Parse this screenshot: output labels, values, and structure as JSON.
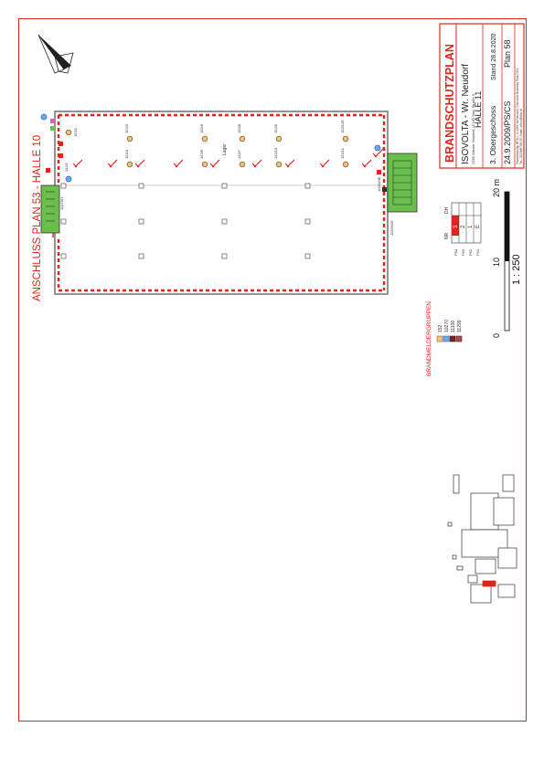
{
  "connection_label": "ANSCHLUSS  PLAN 53 - HALLE 10",
  "title_block": {
    "title": "BRANDSCHUTZPLAN",
    "company": "ISOVOLTA - Wr. Neudorf",
    "address": "2355 Wiener Neudorf, IZ NÖ-Süd, Straße 3",
    "building": "HALLE 11",
    "floor": "3. Obergeschoss",
    "status": "Stand 28.8.2020",
    "date_code": "24.9.2009/PS/CS",
    "plan_no": "Plan 58",
    "footer_line1": "Planerfassung: BFSU - A-2355 Wr.Neudorf, Concorde Business Park D2/1",
    "footer_line2": "Tel.: 02236/8 900 35, Email: office@bfsu.at"
  },
  "legend": {
    "title": "BRANDMELDERGRUPPEN",
    "items": [
      "152",
      "10270",
      "11100",
      "11299"
    ],
    "colors": [
      "#8a6a3a",
      "#2f6fc8",
      "#7a1f1f",
      "#c0404a"
    ]
  },
  "stairs_table": {
    "header_nr": "NR",
    "header_dh": "DH",
    "rows": [
      {
        "label": "P64",
        "value": "3",
        "highlight": true
      },
      {
        "label": "P63",
        "value": "2",
        "highlight": false
      },
      {
        "label": "P62",
        "value": "1",
        "highlight": false
      },
      {
        "label": "P61",
        "value": "E",
        "highlight": false
      }
    ]
  },
  "scale": {
    "ratio": "1 : 250",
    "ticks": [
      "0",
      "10",
      "20 m"
    ]
  },
  "plan": {
    "room_label": "Lager",
    "detector_ids": [
      "152/2",
      "152/3",
      "152/4",
      "152/5",
      "152/6",
      "152/7",
      "152/8",
      "152/9",
      "152/10",
      "152/11",
      "152/12E",
      "152/1"
    ],
    "call_points": [
      "10270/1",
      "11100/4E",
      "11299/1E",
      "10270/2"
    ],
    "door_label": "E",
    "colors": {
      "red": "#e2231a",
      "green": "#6abf4b",
      "blue": "#2f6fc8",
      "wall": "#7a7a7a"
    }
  }
}
